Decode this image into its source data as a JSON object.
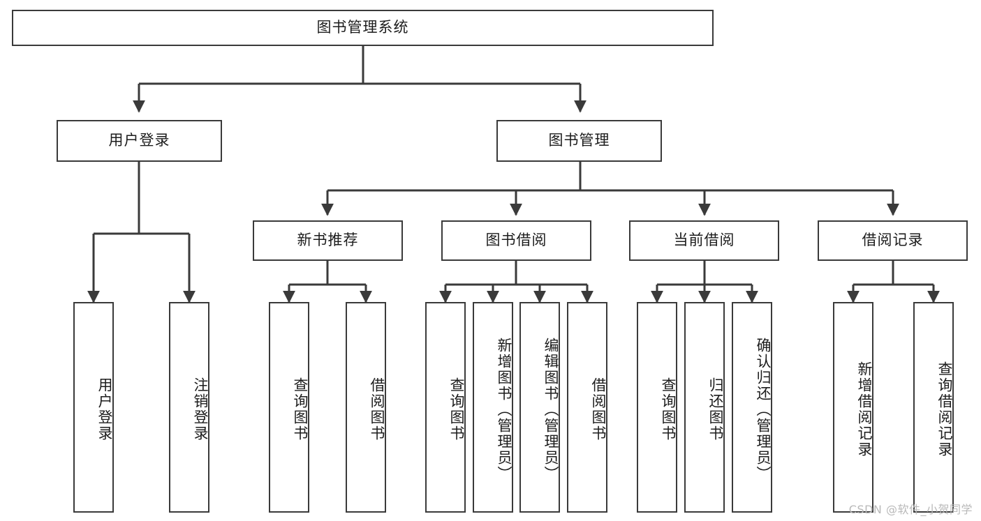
{
  "diagram": {
    "title": "图书管理系统",
    "type": "tree-hierarchy-chart",
    "line_color": "#3a3a3a",
    "box_fill": "#ffffff",
    "text_color": "#1c1c1c",
    "root": {
      "label": "图书管理系统"
    },
    "level1": [
      {
        "label": "用户登录"
      },
      {
        "label": "图书管理"
      }
    ],
    "level2": [
      {
        "label": "新书推荐"
      },
      {
        "label": "图书借阅"
      },
      {
        "label": "当前借阅"
      },
      {
        "label": "借阅记录"
      }
    ],
    "leaves": [
      {
        "label": "用户登录"
      },
      {
        "label": "注销登录"
      },
      {
        "label": "查询图书"
      },
      {
        "label": "借阅图书"
      },
      {
        "label": "查询图书"
      },
      {
        "label": "新增图书（管理员）"
      },
      {
        "label": "编辑图书（管理员）"
      },
      {
        "label": "借阅图书"
      },
      {
        "label": "查询图书"
      },
      {
        "label": "归还图书"
      },
      {
        "label": "确认归还（管理员）"
      },
      {
        "label": "新增借阅记录"
      },
      {
        "label": "查询借阅记录"
      }
    ]
  },
  "watermark": {
    "text": "CSDN @软件_小贺同学"
  }
}
